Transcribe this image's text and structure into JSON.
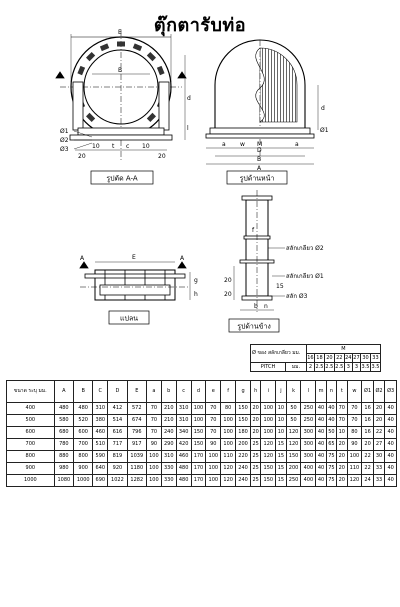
{
  "title": "ตุ๊กตารับท่อ",
  "views": {
    "section": "รูปตัด A-A",
    "front": "รูปด้านหน้า",
    "plan": "แปลน",
    "side": "รูปด้านข้าง"
  },
  "callouts": {
    "section_labels": [
      "E",
      "B",
      "Ø1",
      "Ø2",
      "Ø3",
      "10",
      "10",
      "20",
      "20",
      "d",
      "l",
      "t",
      "c"
    ],
    "front_labels": [
      "A",
      "B",
      "D",
      "M",
      "d",
      "a",
      "w",
      "a",
      "Ø1"
    ],
    "plan_labels": [
      "E",
      "A",
      "A",
      "g",
      "h"
    ],
    "side_labels": [
      "สลักเกลียว Ø2",
      "สลักเกลียว Ø1",
      "สลัก Ø3",
      "f",
      "20",
      "20",
      "15",
      "b",
      "n"
    ]
  },
  "thread_table": {
    "header_label": "Ø ของ สลักเกลียว มม.",
    "m_label": "M",
    "m_values": [
      "16",
      "18",
      "20",
      "22",
      "24",
      "27",
      "30",
      "33"
    ],
    "pitch_label": "PITCH",
    "pitch_unit": "มม.",
    "pitch_values": [
      "2",
      "2.5",
      "2.5",
      "2.5",
      "3",
      "3",
      "3.5",
      "3.5"
    ]
  },
  "dim_table": {
    "size_header": "ขนาด ระบุ มม.",
    "columns": [
      "A",
      "B",
      "C",
      "D",
      "E",
      "a",
      "b",
      "c",
      "d",
      "e",
      "f",
      "g",
      "h",
      "i",
      "j",
      "k",
      "l",
      "m",
      "n",
      "t",
      "w",
      "Ø1",
      "Ø2",
      "Ø3"
    ],
    "rows": [
      [
        "400",
        "480",
        "480",
        "310",
        "412",
        "572",
        "70",
        "210",
        "310",
        "100",
        "70",
        "80",
        "150",
        "20",
        "100",
        "10",
        "50",
        "250",
        "40",
        "40",
        "70",
        "70",
        "16",
        "20",
        "40"
      ],
      [
        "500",
        "580",
        "520",
        "380",
        "514",
        "674",
        "70",
        "210",
        "310",
        "100",
        "70",
        "100",
        "150",
        "20",
        "100",
        "10",
        "50",
        "250",
        "40",
        "40",
        "70",
        "70",
        "16",
        "20",
        "40"
      ],
      [
        "600",
        "680",
        "600",
        "460",
        "616",
        "796",
        "70",
        "240",
        "340",
        "150",
        "70",
        "100",
        "180",
        "20",
        "100",
        "10",
        "120",
        "300",
        "40",
        "50",
        "10",
        "80",
        "16",
        "22",
        "40"
      ],
      [
        "700",
        "780",
        "700",
        "510",
        "717",
        "917",
        "90",
        "290",
        "420",
        "150",
        "90",
        "100",
        "200",
        "25",
        "120",
        "15",
        "120",
        "300",
        "40",
        "65",
        "20",
        "90",
        "20",
        "27",
        "40"
      ],
      [
        "800",
        "880",
        "800",
        "590",
        "819",
        "1039",
        "100",
        "310",
        "460",
        "170",
        "100",
        "110",
        "220",
        "25",
        "120",
        "15",
        "150",
        "300",
        "40",
        "75",
        "20",
        "100",
        "22",
        "30",
        "40"
      ],
      [
        "900",
        "980",
        "900",
        "640",
        "920",
        "1180",
        "100",
        "330",
        "480",
        "170",
        "100",
        "120",
        "240",
        "25",
        "150",
        "15",
        "200",
        "400",
        "40",
        "75",
        "20",
        "110",
        "22",
        "33",
        "40"
      ],
      [
        "1000",
        "1080",
        "1000",
        "690",
        "1022",
        "1282",
        "100",
        "330",
        "480",
        "170",
        "100",
        "120",
        "240",
        "25",
        "150",
        "15",
        "250",
        "400",
        "40",
        "75",
        "20",
        "120",
        "24",
        "33",
        "40"
      ]
    ]
  }
}
